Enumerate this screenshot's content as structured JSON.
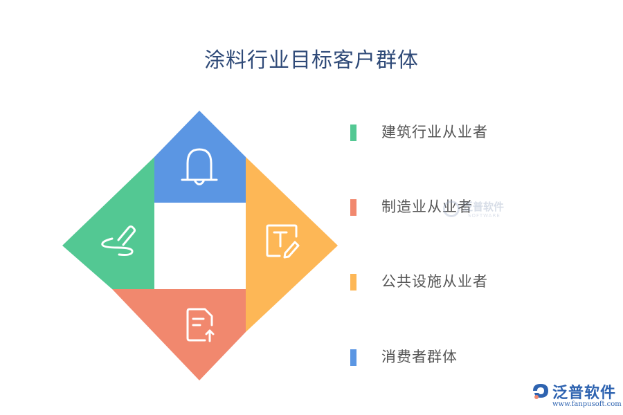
{
  "title": "涂料行业目标客户群体",
  "colors": {
    "blue": "#5b96e3",
    "orange": "#fdb756",
    "green": "#53c893",
    "red": "#f1886e",
    "white": "#ffffff",
    "title": "#2f4a78",
    "text": "#555555",
    "brand": "#2e63b0"
  },
  "diamond": {
    "quadrants": [
      {
        "color_key": "blue",
        "icon": "bell-icon"
      },
      {
        "color_key": "orange",
        "icon": "text-edit-icon"
      },
      {
        "color_key": "red",
        "icon": "document-upload-icon"
      },
      {
        "color_key": "green",
        "icon": "signature-pen-icon"
      }
    ]
  },
  "legend": [
    {
      "label": "建筑行业从业者",
      "color_key": "green"
    },
    {
      "label": "制造业从业者",
      "color_key": "red"
    },
    {
      "label": "公共设施从业者",
      "color_key": "orange"
    },
    {
      "label": "消费者群体",
      "color_key": "blue"
    }
  ],
  "watermark": {
    "text": "泛普软件",
    "sub": "SOFTWARE"
  },
  "brand": {
    "name": "泛普软件",
    "url": "www.fanpusoft.com"
  }
}
